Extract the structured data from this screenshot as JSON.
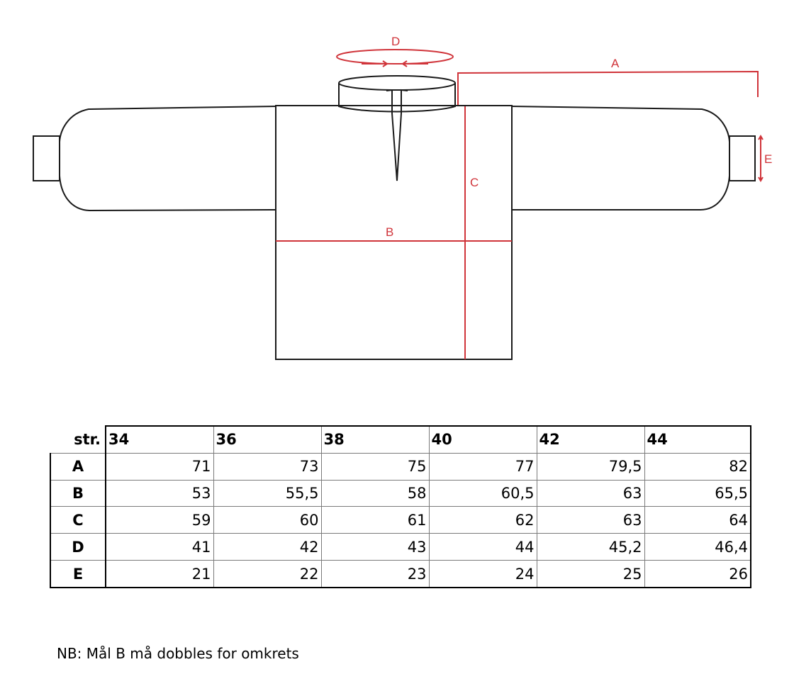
{
  "diagram": {
    "labels": {
      "a": "A",
      "b": "B",
      "c": "C",
      "d": "D",
      "e": "E"
    },
    "colors": {
      "outline": "#1a1a1a",
      "measure": "#d0343a"
    }
  },
  "table": {
    "corner": "str.",
    "sizes": [
      "34",
      "36",
      "38",
      "40",
      "42",
      "44"
    ],
    "rows": [
      {
        "label": "A",
        "values": [
          "71",
          "73",
          "75",
          "77",
          "79,5",
          "82"
        ]
      },
      {
        "label": "B",
        "values": [
          "53",
          "55,5",
          "58",
          "60,5",
          "63",
          "65,5"
        ]
      },
      {
        "label": "C",
        "values": [
          "59",
          "60",
          "61",
          "62",
          "63",
          "64"
        ]
      },
      {
        "label": "D",
        "values": [
          "41",
          "42",
          "43",
          "44",
          "45,2",
          "46,4"
        ]
      },
      {
        "label": "E",
        "values": [
          "21",
          "22",
          "23",
          "24",
          "25",
          "26"
        ]
      }
    ]
  },
  "note": "NB: Mål B må dobbles for omkrets"
}
